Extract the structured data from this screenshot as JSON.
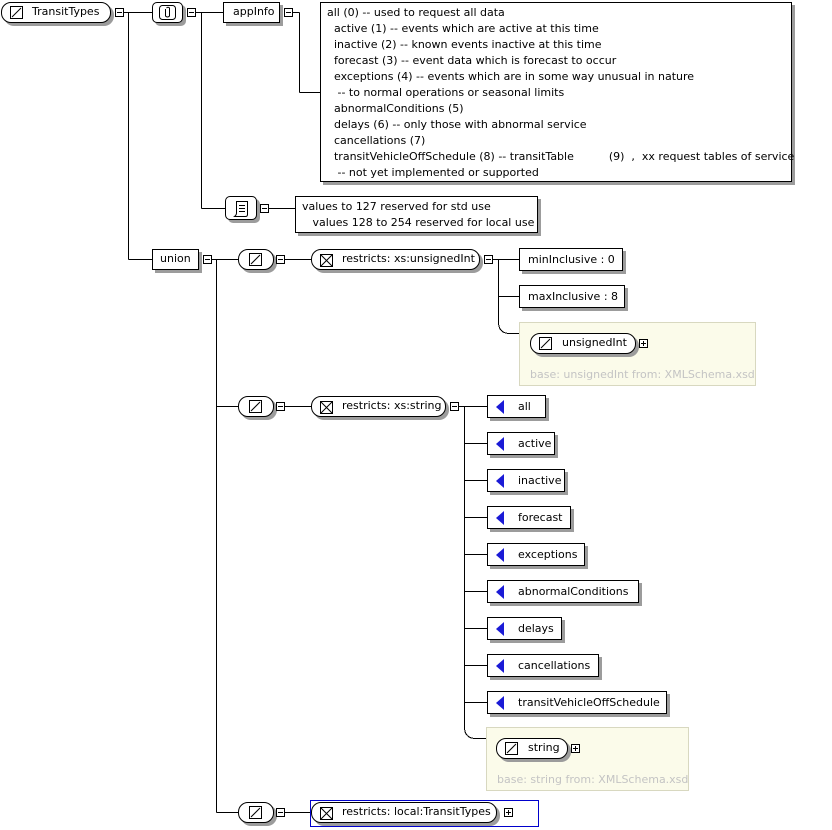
{
  "root": {
    "name": "TransitTypes"
  },
  "annotation": {
    "appinfo_label": "appInfo",
    "appinfo_lines": [
      "all (0) -- used to request all data",
      "  active (1) -- events which are active at this time",
      "  inactive (2) -- known events inactive at this time",
      "  forecast (3) -- event data which is forecast to occur",
      "  exceptions (4) -- events which are in some way unusual in nature",
      "   -- to normal operations or seasonal limits",
      "  abnormalConditions (5)",
      "  delays (6) -- only those with abnormal service",
      "  cancellations (7)",
      "  transitVehicleOffSchedule (8) -- transitTable          (9)  ,  xx request tables of service",
      "   -- not yet implemented or supported"
    ],
    "documentation_lines": [
      "values to 127 reserved for std use",
      "   values 128 to 254 reserved for local use"
    ]
  },
  "union": {
    "label": "union"
  },
  "restriction1": {
    "label": "restricts: xs:unsignedInt",
    "facets": [
      "minInclusive : 0",
      "maxInclusive : 8"
    ],
    "base_type": "unsignedInt",
    "base_note": "base: unsignedInt from: XMLSchema.xsd"
  },
  "restriction2": {
    "label": "restricts: xs:string",
    "enums": [
      "all",
      "active",
      "inactive",
      "forecast",
      "exceptions",
      "abnormalConditions",
      "delays",
      "cancellations",
      "transitVehicleOffSchedule"
    ],
    "base_type": "string",
    "base_note": "base: string from: XMLSchema.xsd"
  },
  "restriction3": {
    "label": "restricts: local:TransitTypes"
  },
  "colors": {
    "enum_triangle": "#1a1ad6",
    "selection_border": "#0000cc",
    "shadow": "#9c9c9c",
    "base_panel": "#fbfbea"
  }
}
